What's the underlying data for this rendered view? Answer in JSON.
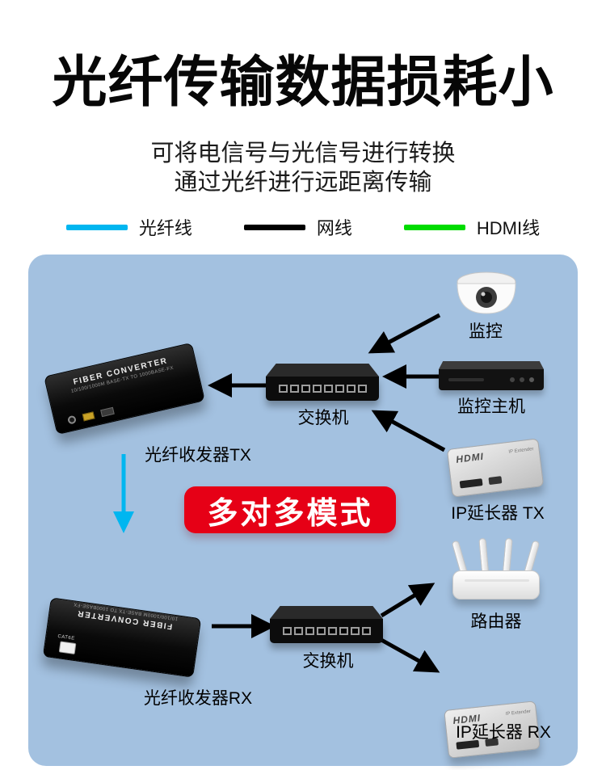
{
  "page": {
    "title": "光纤传输数据损耗小",
    "subtitles": [
      "可将电信号与光信号进行转换",
      "通过光纤进行远距离传输"
    ]
  },
  "legend": {
    "items": [
      {
        "label": "光纤线",
        "color": "#00b6f0"
      },
      {
        "label": "网线",
        "color": "#000000"
      },
      {
        "label": "HDMI线",
        "color": "#00dc00"
      }
    ]
  },
  "diagram": {
    "mode_badge": "多对多模式",
    "colors": {
      "panel_background": "#a3c1e0",
      "badge_background": "#e60016",
      "fiber_line": "#00b6f0",
      "network_line": "#000000",
      "hdmi_line": "#00dc00"
    },
    "devices": {
      "camera": {
        "label": "监控"
      },
      "monitor_host": {
        "label": "监控主机"
      },
      "switch_top": {
        "label": "交换机"
      },
      "fiber_tx": {
        "label": "光纤收发器TX",
        "device_text": "FIBER CONVERTER",
        "device_subtext": "10/100/1000M BASE-TX TO 1000BASE-FX"
      },
      "ip_extender_tx": {
        "label": "IP延长器 TX",
        "device_text": "HDMI",
        "device_subtext": "IP Extender"
      },
      "router": {
        "label": "路由器"
      },
      "switch_bottom": {
        "label": "交换机"
      },
      "fiber_rx": {
        "label": "光纤收发器RX",
        "device_text": "FIBER CONVERTER",
        "device_subtext": "10/100/1000M BASE-TX TO 1000BASE-FX",
        "port_label": "CAT6E"
      },
      "ip_extender_rx": {
        "label": "IP延长器 RX",
        "device_text": "HDMI",
        "device_subtext": "IP Extender"
      }
    }
  }
}
